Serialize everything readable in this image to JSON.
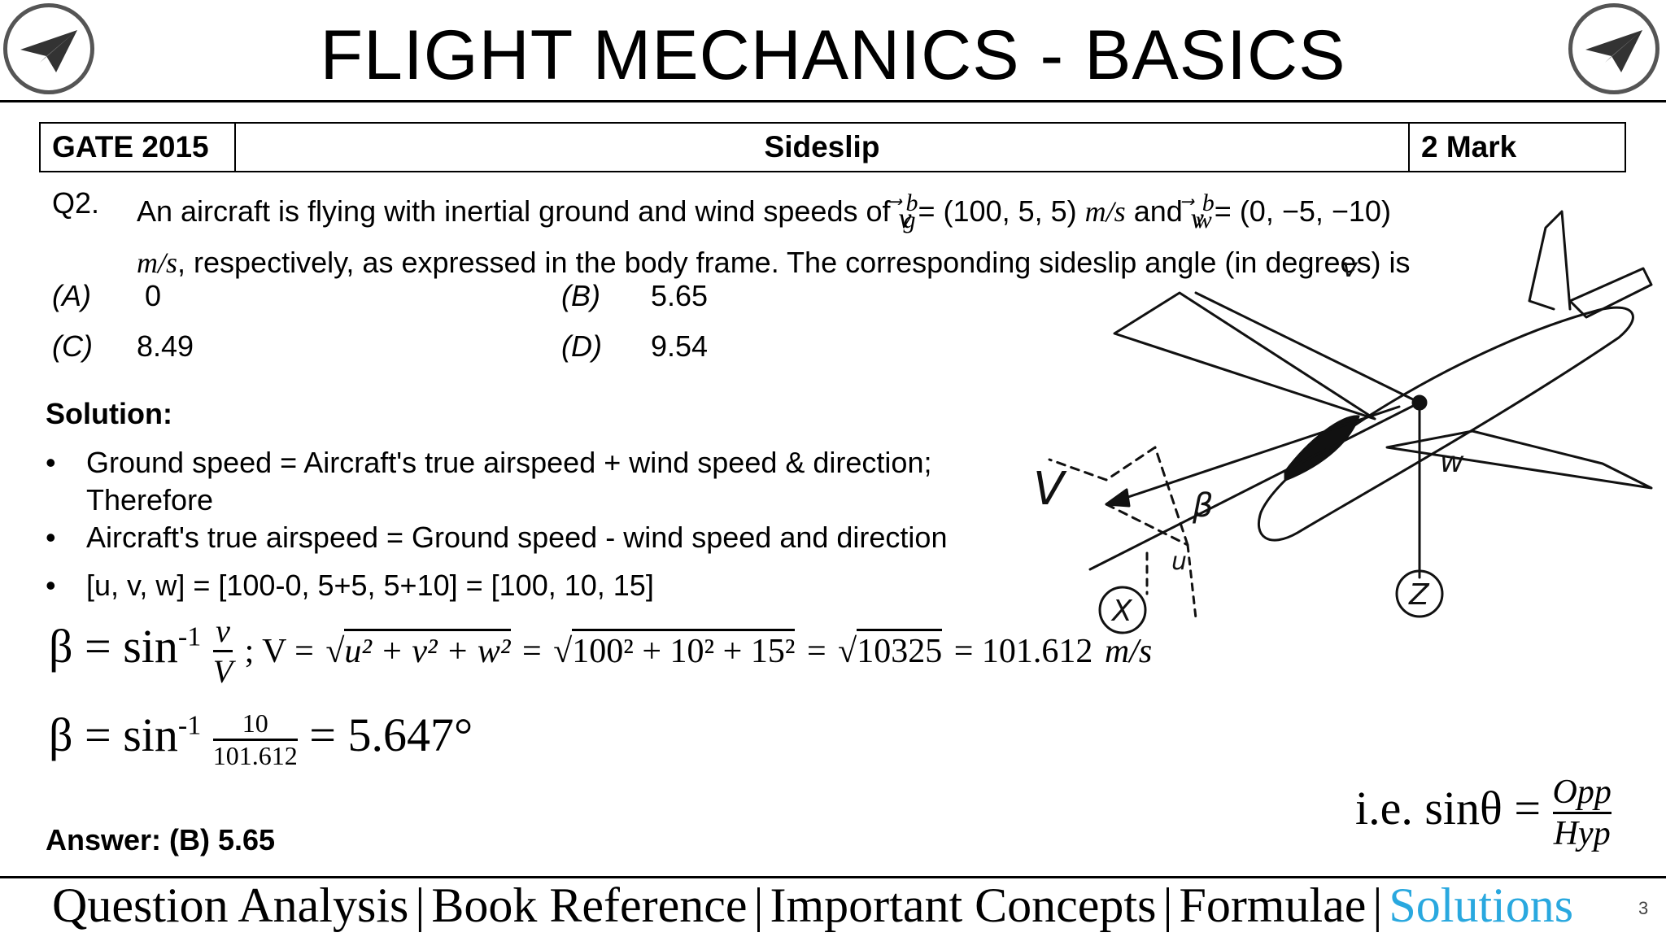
{
  "header": {
    "title": "FLIGHT MECHANICS - BASICS",
    "logo_icon": "paper-plane-icon"
  },
  "meta": {
    "exam": "GATE 2015",
    "topic": "Sideslip",
    "marks": "2 Mark"
  },
  "question": {
    "number": "Q2.",
    "text_a": "An aircraft is flying with inertial ground and wind speeds of",
    "vg_symbol": "v",
    "vg_sub": "g",
    "vg_sup": "b",
    "vg_value": "= (100, 5, 5)",
    "unit": "m/s",
    "text_and": "and",
    "vw_symbol": "v",
    "vw_sub": "w",
    "vw_sup": "b",
    "vw_value": "= (0, −5, −10)",
    "text_b": ", respectively, as expressed in the body frame. The corresponding sideslip angle (in degrees) is",
    "options": [
      {
        "label": "(A)",
        "value": "0"
      },
      {
        "label": "(B)",
        "value": "5.65"
      },
      {
        "label": "(C)",
        "value": "8.49"
      },
      {
        "label": "(D)",
        "value": "9.54"
      }
    ]
  },
  "solution": {
    "heading": "Solution:",
    "bullets": [
      "Ground speed = Aircraft's true airspeed + wind speed & direction;",
      "Therefore",
      "Aircraft's true airspeed = Ground speed - wind speed and direction",
      "[u, v, w] = [100-0, 5+5, 5+10] = [100, 10, 15]"
    ],
    "eq1": {
      "beta": "β = sin",
      "inv": "-1",
      "num": "v",
      "den": "V",
      "mid": "; V =",
      "rad1": "u² + v² + w²",
      "eq": "=",
      "rad2": "100² + 10² + 15²",
      "eq2": "=",
      "rad3": "10325",
      "result": "= 101.612",
      "unit": "m/s"
    },
    "eq2": {
      "beta": "β = sin",
      "inv": "-1",
      "num": "10",
      "den": "101.612",
      "result": "= 5.647°"
    },
    "ie": {
      "prefix": "i.e. sinθ =",
      "num": "Opp",
      "den": "Hyp"
    },
    "answer": "Answer: (B) 5.65"
  },
  "sketch_labels": {
    "V": "V",
    "w": "w",
    "v": "v",
    "u": "u",
    "beta": "β",
    "x": "X",
    "z": "Z"
  },
  "footer": {
    "links": [
      "Question Analysis",
      "Book Reference",
      "Important Concepts",
      "Formulae",
      "Solutions"
    ],
    "separator": "|",
    "active_color": "#29a8df",
    "page_number": "3"
  }
}
